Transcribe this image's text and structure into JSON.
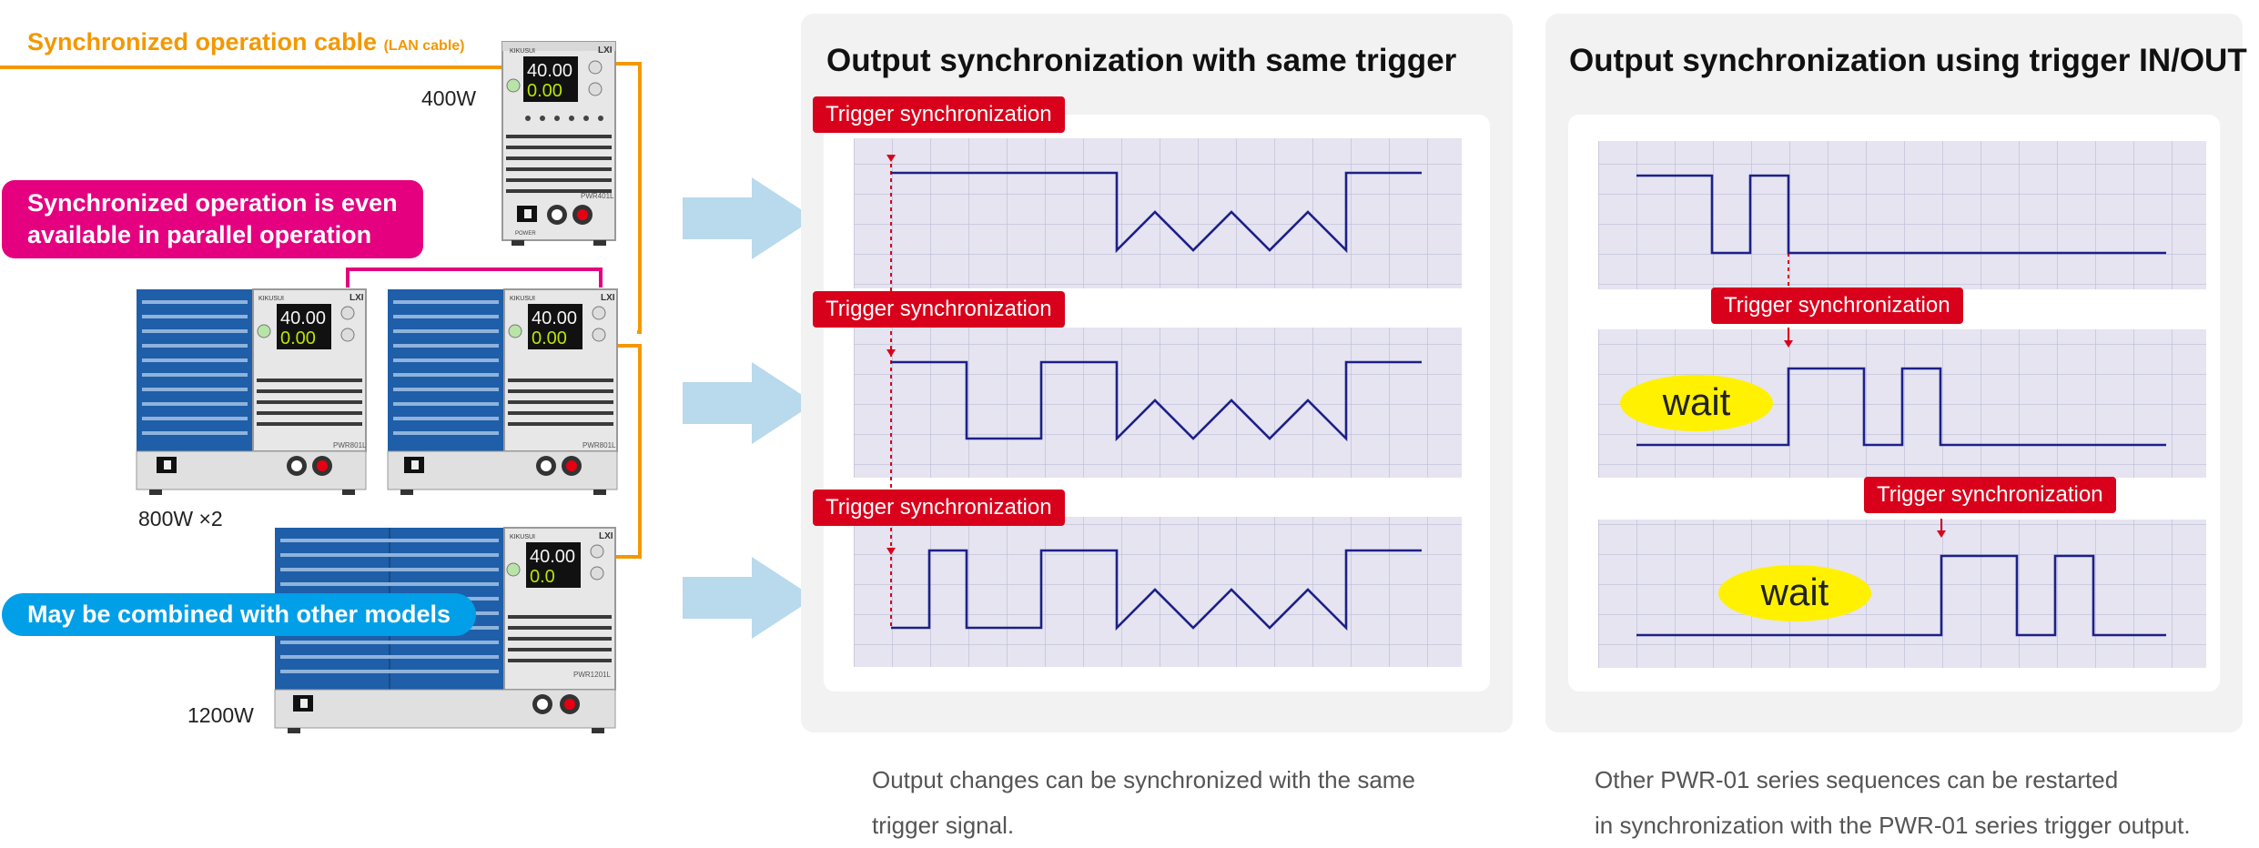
{
  "left": {
    "cable_label": "Synchronized operation cable",
    "cable_note": "(LAN cable)",
    "w400": "400W",
    "w800": "800W ×2",
    "w1200": "1200W",
    "callout_parallel_1": "Synchronized operation is even",
    "callout_parallel_2": "available in parallel operation",
    "callout_models": "May be combined with other models",
    "display_v": "40.00",
    "display_a_1": "0.00",
    "display_a_2": "0.00",
    "display_a_3": "0.0",
    "brand": "KIKUSUI",
    "lxi": "LXI",
    "model_400": "PWR401L",
    "model_800a": "PWR801L",
    "model_800b": "PWR801L",
    "model_1200": "PWR1201L",
    "power": "POWER"
  },
  "panel1": {
    "title": "Output synchronization with same trigger",
    "triggers": [
      "Trigger synchronization",
      "Trigger synchronization",
      "Trigger synchronization"
    ],
    "caption_1": "Output changes can be synchronized with the same",
    "caption_2": "trigger signal."
  },
  "panel2": {
    "title": "Output synchronization using trigger IN/OUT",
    "triggers": [
      "Trigger synchronization",
      "Trigger synchronization"
    ],
    "wait_1": "wait",
    "wait_2": "wait",
    "caption_1": "Other PWR-01 series sequences can be restarted",
    "caption_2": "in synchronization with the PWR-01 series trigger output."
  },
  "colors": {
    "orange": "#f39800",
    "magenta": "#e4007f",
    "cyan": "#009fe8",
    "red": "#d9001b",
    "wave": "#1d2088",
    "grid_bg": "#e5e4f0",
    "arrow": "#b9d9ec",
    "wait_yellow": "#fff100"
  }
}
